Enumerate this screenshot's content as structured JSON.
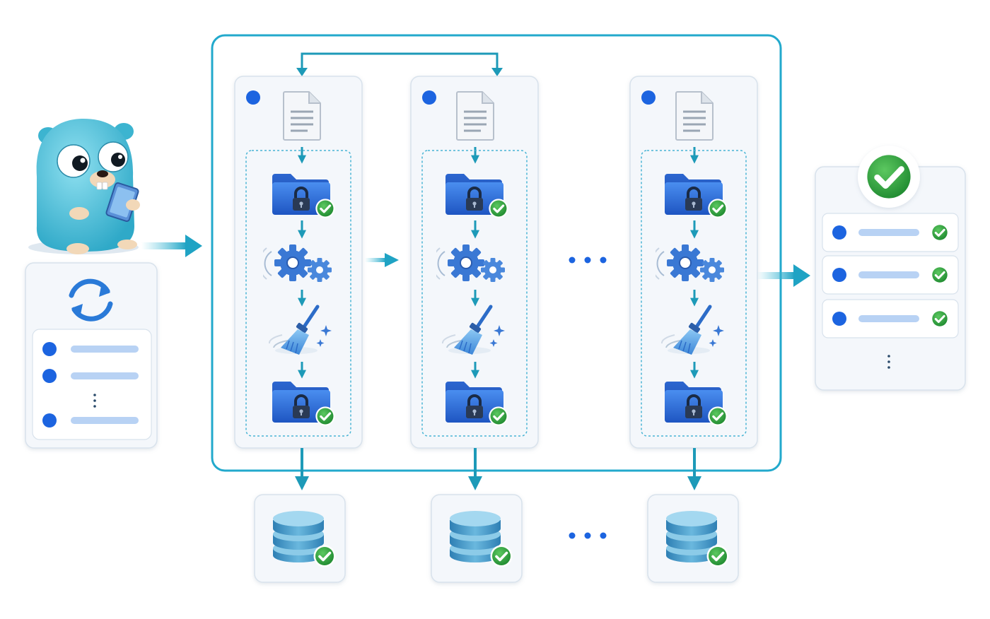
{
  "diagram": {
    "nodes": [
      {
        "id": "gopher",
        "kind": "mascot",
        "icon": "gopher-mascot-icon"
      },
      {
        "id": "input-queue",
        "kind": "list-card",
        "icon": "sync-icon",
        "visible_items": 3,
        "has_ellipsis": true
      },
      {
        "id": "worker-1",
        "kind": "worker-card",
        "steps": [
          "document-icon",
          "locked-folder-icon",
          "gears-icon",
          "broom-icon",
          "locked-folder-icon"
        ]
      },
      {
        "id": "worker-2",
        "kind": "worker-card",
        "steps": [
          "document-icon",
          "locked-folder-icon",
          "gears-icon",
          "broom-icon",
          "locked-folder-icon"
        ]
      },
      {
        "id": "worker-n",
        "kind": "worker-card",
        "steps": [
          "document-icon",
          "locked-folder-icon",
          "gears-icon",
          "broom-icon",
          "locked-folder-icon"
        ]
      },
      {
        "id": "db-1",
        "kind": "database",
        "icon": "database-icon"
      },
      {
        "id": "db-2",
        "kind": "database",
        "icon": "database-icon"
      },
      {
        "id": "db-n",
        "kind": "database",
        "icon": "database-icon"
      },
      {
        "id": "result-list",
        "kind": "list-card",
        "icon": "success-check-icon",
        "visible_items": 3,
        "has_ellipsis": true
      }
    ],
    "edges": [
      {
        "from": "gopher",
        "to": "worker-pool"
      },
      {
        "from": "worker-1",
        "to": "worker-2"
      },
      {
        "from": "worker-2",
        "to": "worker-1"
      },
      {
        "from": "worker-1",
        "to": "db-1"
      },
      {
        "from": "worker-2",
        "to": "db-2"
      },
      {
        "from": "worker-n",
        "to": "db-n"
      },
      {
        "from": "worker-pool",
        "to": "result-list"
      }
    ]
  },
  "colors": {
    "accent": "#1fa3c4",
    "pool_border": "#22a9cc",
    "blue_dot": "#1c64e0",
    "list_bar": "#b8d2f4",
    "check_green": "#2e9e3e",
    "folder_blue": "#2566d4",
    "gear_blue": "#3a78d4",
    "db_blue": "#4a9ccc",
    "gopher_cyan": "#4cc4dc",
    "card_border": "#d8e2ec",
    "card_bg": "#f4f7fb"
  }
}
